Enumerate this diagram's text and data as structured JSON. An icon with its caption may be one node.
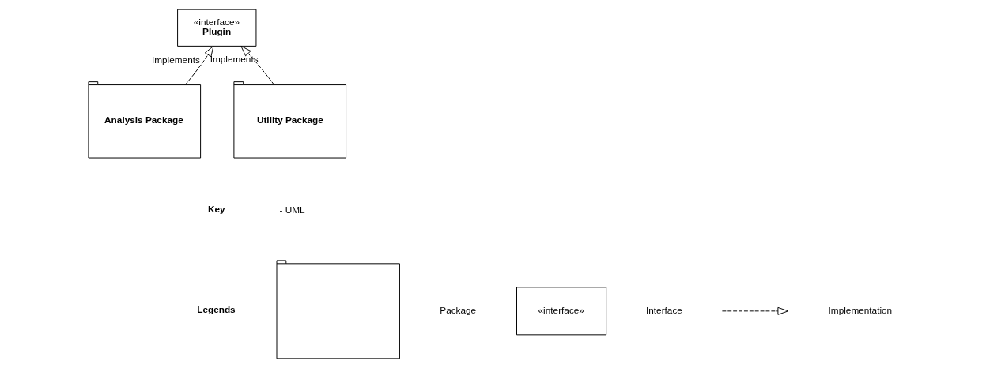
{
  "diagram": {
    "nodes": [
      {
        "text": [
          "«interface»",
          "Plugin"
        ]
      },
      {
        "text": [
          "Analysis Package"
        ]
      },
      {
        "text": [
          "Utility Package"
        ]
      },
      {
        "text": [],
        "shape": "folder"
      },
      {
        "text": [
          "«interface»"
        ]
      }
    ],
    "edges": [
      {
        "from": 1,
        "to": 0,
        "arrow": "to",
        "style": "dashed",
        "label": "Implements"
      },
      {
        "from": 2,
        "to": 0,
        "arrow": "to",
        "style": "dashed",
        "label": "Implements"
      }
    ],
    "labels": [
      "Key",
      "- UML",
      "Legends"
    ],
    "legend": [
      {
        "text": "Package"
      },
      {
        "text": "Interface"
      },
      {
        "text": "Implementation"
      }
    ]
  }
}
